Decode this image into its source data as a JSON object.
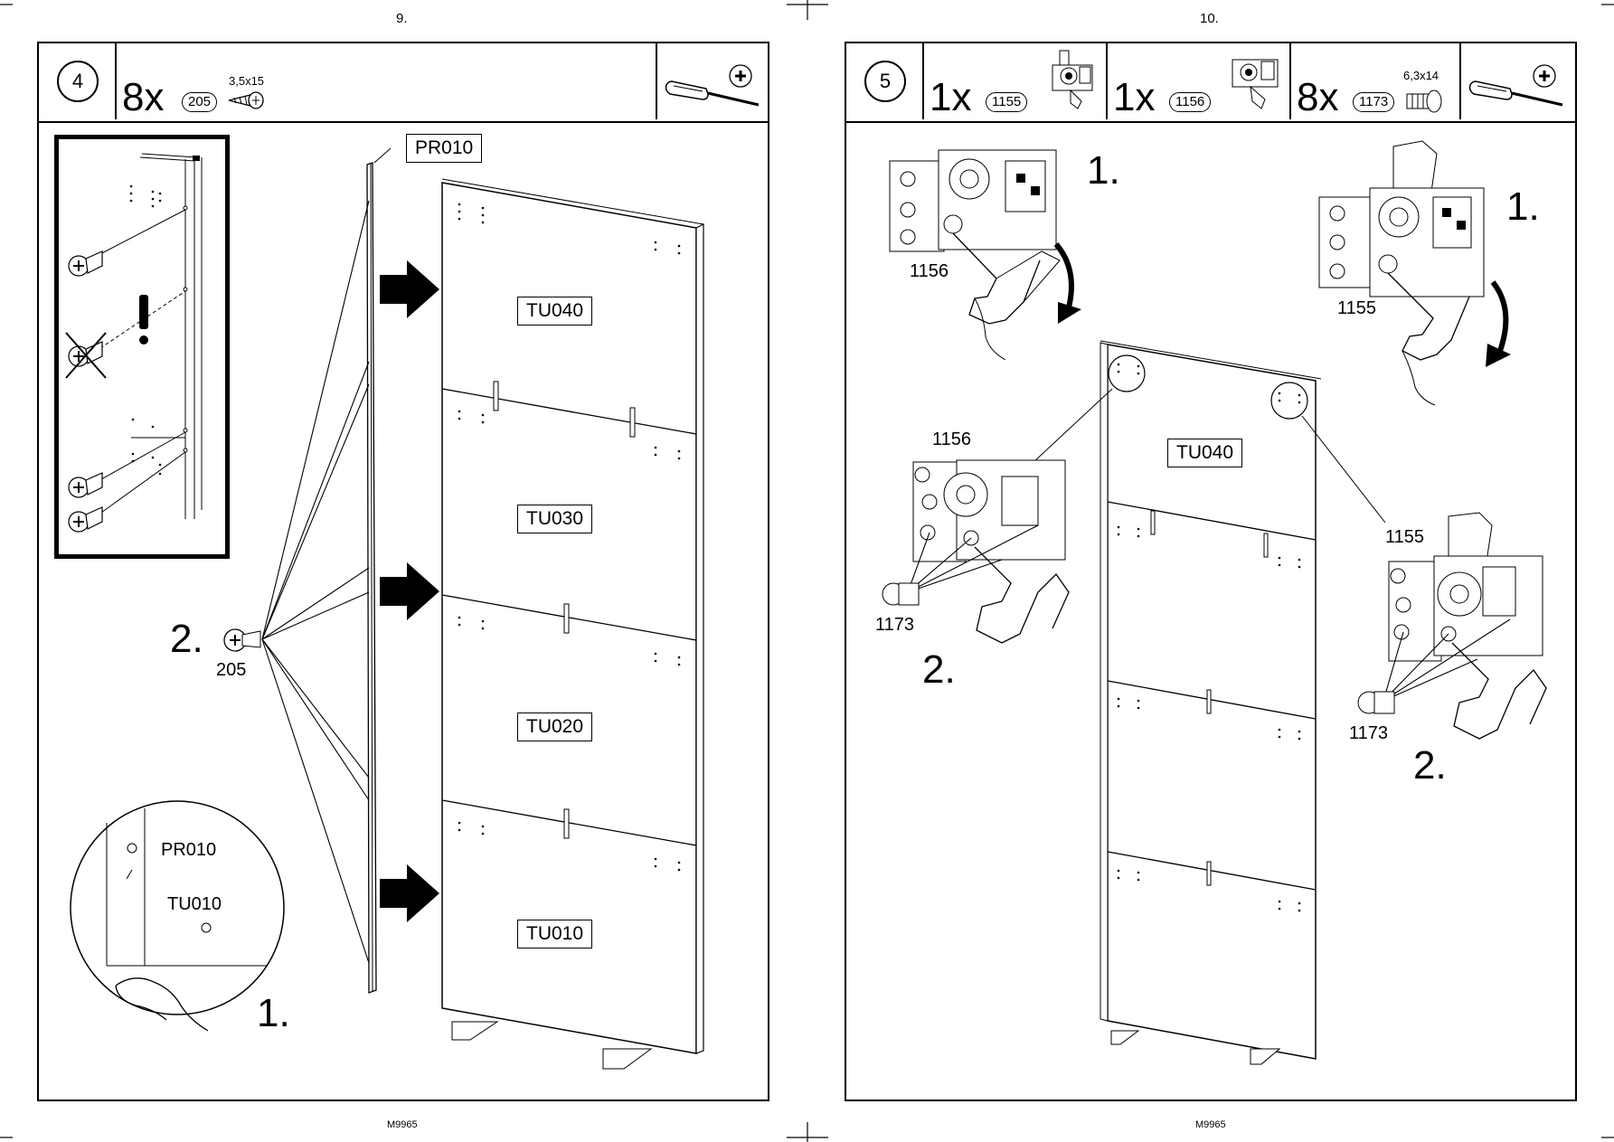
{
  "left_page": {
    "page_number": "9.",
    "footer": "M9965",
    "step": "4",
    "qty": "8x",
    "part": "205",
    "dimension": "3,5x15",
    "tool_icon": "screwdriver-icon",
    "rail_label": "PR010",
    "panels": [
      "TU040",
      "TU030",
      "TU020",
      "TU010"
    ],
    "step2": "2.",
    "screw_label": "205",
    "detail_labels": {
      "rail": "PR010",
      "panel": "TU010"
    },
    "step1": "1."
  },
  "right_page": {
    "page_number": "10.",
    "footer": "M9965",
    "step": "5",
    "items": [
      {
        "qty": "1x",
        "part": "1155",
        "dimension": ""
      },
      {
        "qty": "1x",
        "part": "1156",
        "dimension": ""
      },
      {
        "qty": "8x",
        "part": "1173",
        "dimension": "6,3x14"
      }
    ],
    "tool_icon": "screwdriver-icon",
    "panel": "TU040",
    "callouts": {
      "top_left_label": "1156",
      "top_left_step": "1.",
      "top_right_label": "1155",
      "top_right_step": "1.",
      "mid_left_label": "1156",
      "mid_left_screw": "1173",
      "mid_left_step": "2.",
      "mid_right_label": "1155",
      "mid_right_screw": "1173",
      "mid_right_step": "2."
    }
  }
}
